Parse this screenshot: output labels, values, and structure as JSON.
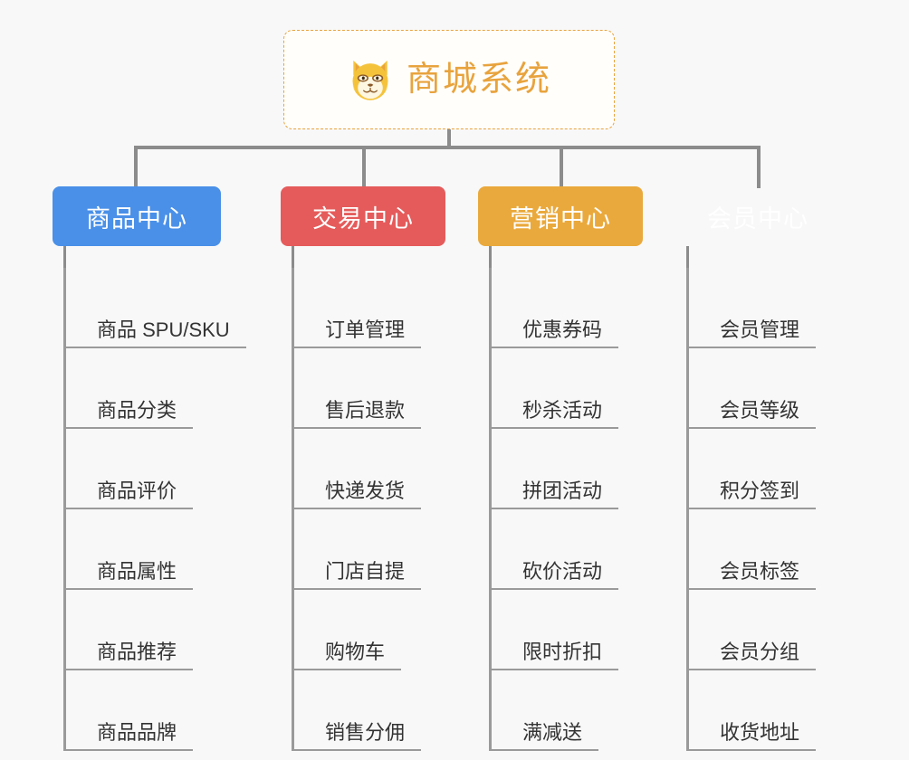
{
  "root": {
    "title": "商城系统",
    "icon": "shiba-dog-icon",
    "border_color": "#e8a33d",
    "text_color": "#e8a33d",
    "background": "#fffefb"
  },
  "canvas": {
    "background": "#f8f8f8",
    "connector_color": "#8c8c8c"
  },
  "branches": [
    {
      "label": "商品中心",
      "color": "#4a90e8",
      "items": [
        "商品 SPU/SKU",
        "商品分类",
        "商品评价",
        "商品属性",
        "商品推荐",
        "商品品牌"
      ]
    },
    {
      "label": "交易中心",
      "color": "#e55b5b",
      "items": [
        "订单管理",
        "售后退款",
        "快递发货",
        "门店自提",
        "购物车",
        "销售分佣"
      ]
    },
    {
      "label": "营销中心",
      "color": "#eaa93c",
      "items": [
        "优惠券码",
        "秒杀活动",
        "拼团活动",
        "砍价活动",
        "限时折扣",
        "满减送"
      ]
    },
    {
      "label": "会员中心",
      "color": "#77c council",
      "items": [
        "会员管理",
        "会员等级",
        "积分签到",
        "会员标签",
        "会员分组",
        "收货地址"
      ]
    }
  ]
}
